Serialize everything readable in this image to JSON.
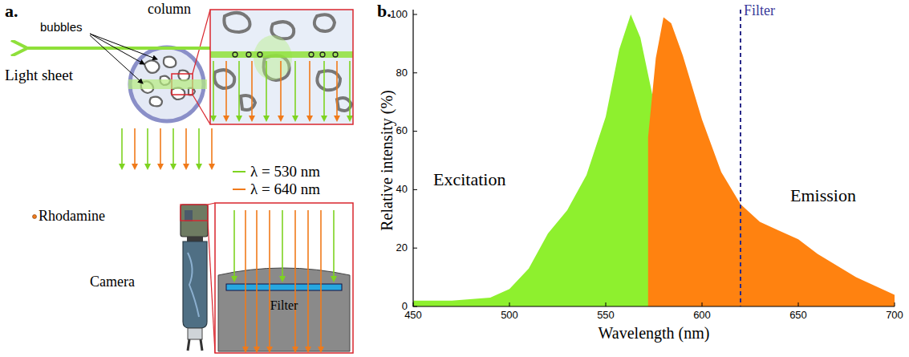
{
  "diagram": {
    "labels": [
      "a.",
      "column",
      "bubbles",
      "Light sheet",
      "Rhodamine",
      "Camera",
      "Filter",
      "b.",
      "100",
      "80",
      "60",
      "40",
      "20",
      "0",
      "450",
      "500",
      "550",
      "600",
      "650",
      "700",
      "Relative intensity (%)",
      "Wavelength (nm)",
      "Excitation",
      "Emission",
      "Filter"
    ],
    "legend": [
      {
        "text": "λ = 530 nm"
      },
      {
        "text": "λ = 640 nm"
      }
    ]
  }
}
